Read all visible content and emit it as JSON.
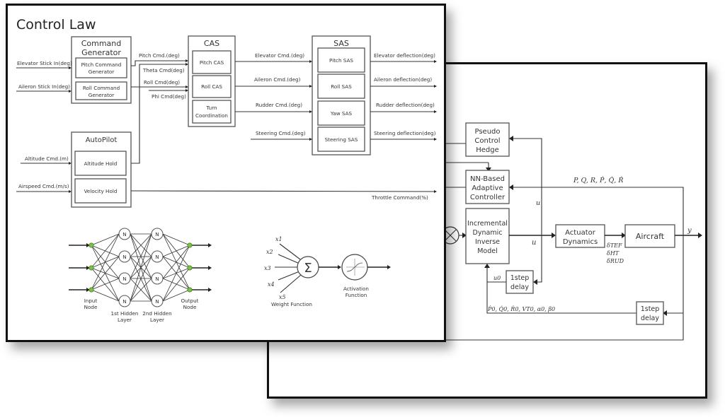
{
  "front_panel": {
    "title": "Control Law",
    "command_generator": {
      "title_line1": "Command",
      "title_line2": "Generator",
      "pitch_line1": "Pitch Command",
      "pitch_line2": "Generator",
      "roll_line1": "Roll Command",
      "roll_line2": "Generator"
    },
    "inputs": {
      "elevator_stick": "Elevator Stick In(deg)",
      "aileron_stick": "Aileron Stick In(deg)",
      "altitude_cmd": "Altitude Cmd.(m)",
      "airspeed_cmd": "Airspeed Cmd.(m/s)"
    },
    "signals": {
      "pitch_cmd": "Pitch Cmd.(deg)",
      "theta_cmd": "Theta Cmd(deg)",
      "roll_cmd": "Roll Cmd(deg)",
      "phi_cmd": "Phi Cmd(deg)",
      "elevator_cmd": "Elevator Cmd.(deg)",
      "aileron_cmd": "Aileron Cmd.(deg)",
      "rudder_cmd": "Rudder Cmd.(deg)",
      "steering_cmd": "Steering Cmd.(deg)",
      "throttle_cmd": "Throttle Command(%)"
    },
    "cas": {
      "title": "CAS",
      "pitch": "Pitch CAS",
      "roll": "Roll CAS",
      "turn_line1": "Turn",
      "turn_line2": "Coordination"
    },
    "sas": {
      "title": "SAS",
      "pitch": "Pitch SAS",
      "roll": "Roll SAS",
      "yaw": "Yaw SAS",
      "steering": "Steering SAS"
    },
    "outputs": {
      "elevator_defl": "Elevator deflection(deg)",
      "aileron_defl": "Aileron deflection(deg)",
      "rudder_defl": "Rudder deflection(deg)",
      "steering_defl": "Steering deflection(deg)"
    },
    "autopilot": {
      "title": "AutoPilot",
      "altitude_hold": "Altitude Hold",
      "velocity_hold": "Velocity Hold"
    },
    "neural_net": {
      "node_label": "N",
      "input_line1": "Input",
      "input_line2": "Node",
      "hidden1_line1": "1st Hidden",
      "hidden1_line2": "Layer",
      "hidden2_line1": "2nd Hidden",
      "hidden2_line2": "Layer",
      "output_line1": "Output",
      "output_line2": "Node",
      "input_node_color": "#7ac143"
    },
    "neuron": {
      "x1": "x1",
      "x2": "x2",
      "x3": "x3",
      "x4": "x4",
      "x5": "x5",
      "sum_symbol": "Σ",
      "weight_label": "Weight Function",
      "activation_line1": "Activation",
      "activation_line2": "Function"
    }
  },
  "back_panel": {
    "pch_line1": "Pseudo",
    "pch_line2": "Control",
    "pch_line3": "Hedge",
    "nn_line1": "NN-Based",
    "nn_line2": "Adaptive",
    "nn_line3": "Controller",
    "indi_line1": "Incremental",
    "indi_line2": "Dynamic",
    "indi_line3": "Inverse",
    "indi_line4": "Model",
    "actuator_line1": "Actuator",
    "actuator_line2": "Dynamics",
    "aircraft": "Aircraft",
    "delay1_line1": "1step",
    "delay1_line2": "delay",
    "delay2_line1": "1step",
    "delay2_line2": "delay",
    "u_label": "u",
    "u_feedback_label": "u",
    "u0_label": "u0",
    "y_label": "y",
    "rates_label": "P, Q, R, Ṗ, Q̇, Ṙ",
    "delta_tef": "δTEF",
    "delta_ht": "δHT",
    "delta_rud": "δRUD",
    "state_label": "Ṗ0, Q̇0, Ṙ0, VT0, α0, β0"
  }
}
